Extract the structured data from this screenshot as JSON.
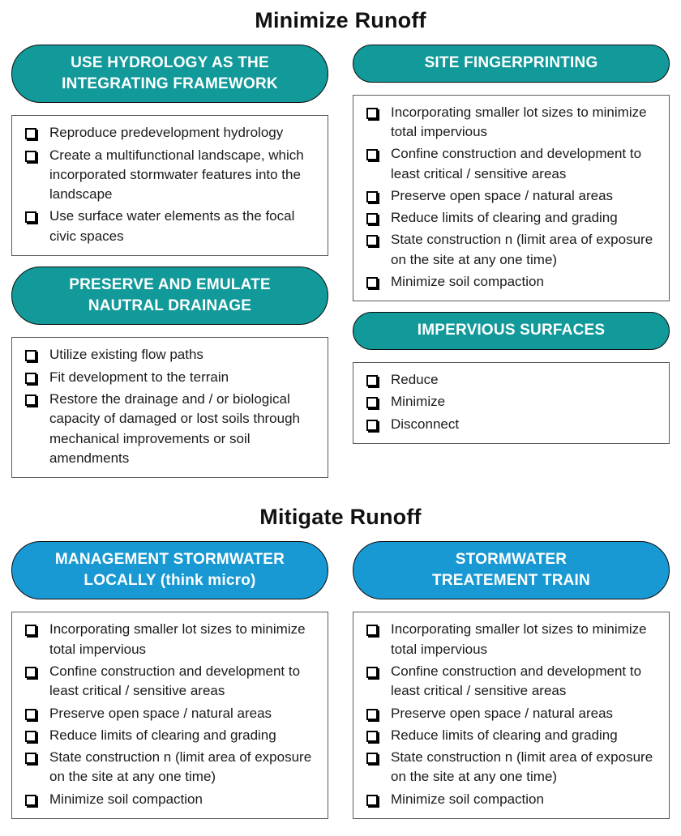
{
  "colors": {
    "teal": "#12999A",
    "blue": "#1899D3",
    "pill_text": "#FFFFFF",
    "border": "#5B5B5B",
    "text": "#1A1A1A"
  },
  "sections": [
    {
      "title": "Minimize Runoff",
      "columns": [
        {
          "blocks": [
            {
              "pill_lines": [
                "USE HYDROLOGY AS THE",
                "INTEGRATING FRAMEWORK"
              ],
              "items": [
                "Reproduce predevelopment hydrology",
                "Create a multifunctional  landscape, which incorporated stormwater features into the landscape",
                "Use surface water elements as the focal civic spaces"
              ]
            },
            {
              "pill_lines": [
                "PRESERVE AND EMULATE",
                "NAUTRAL DRAINAGE"
              ],
              "items": [
                "Utilize existing flow paths",
                "Fit development to the terrain",
                "Restore the drainage and / or biological capacity of damaged or lost soils through mechanical improvements or soil amendments"
              ]
            }
          ]
        },
        {
          "blocks": [
            {
              "pill_lines": [
                "SITE FINGERPRINTING"
              ],
              "items": [
                "Incorporating smaller lot sizes to minimize total impervious",
                "Confine construction and development to least critical / sensitive areas",
                "Preserve open space / natural areas",
                "Reduce limits of clearing and grading",
                "State construction n (limit area of exposure on the site at any one time)",
                "Minimize soil compaction"
              ]
            },
            {
              "pill_lines": [
                "IMPERVIOUS SURFACES"
              ],
              "items": [
                "Reduce",
                "Minimize",
                "Disconnect"
              ]
            }
          ]
        }
      ]
    },
    {
      "title": "Mitigate Runoff",
      "columns": [
        {
          "blocks": [
            {
              "pill_lines": [
                "MANAGEMENT STORMWATER",
                "LOCALLY (think micro)"
              ],
              "items": [
                "Incorporating smaller lot sizes to minimize total impervious",
                "Confine construction and development to least critical / sensitive areas",
                "Preserve open space / natural areas",
                "Reduce limits of clearing and grading",
                "State construction n (limit area of exposure on the site at any one time)",
                "Minimize soil compaction"
              ]
            }
          ]
        },
        {
          "blocks": [
            {
              "pill_lines": [
                "STORMWATER",
                "TREATEMENT TRAIN"
              ],
              "items": [
                "Incorporating smaller lot sizes to minimize total impervious",
                "Confine construction and development to least critical / sensitive areas",
                "Preserve open space / natural areas",
                "Reduce limits of clearing and grading",
                "State construction n (limit area of exposure on the site at any one time)",
                "Minimize soil compaction"
              ]
            }
          ]
        }
      ]
    }
  ]
}
